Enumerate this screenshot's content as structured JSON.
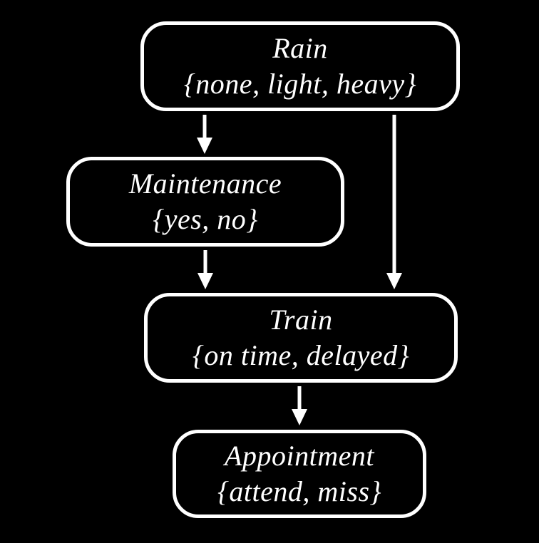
{
  "diagram": {
    "type": "bayesian-network",
    "nodes": [
      {
        "id": "rain",
        "label": "Rain",
        "values": "{none, light, heavy}"
      },
      {
        "id": "maintenance",
        "label": "Maintenance",
        "values": "{yes, no}"
      },
      {
        "id": "train",
        "label": "Train",
        "values": "{on time, delayed}"
      },
      {
        "id": "appointment",
        "label": "Appointment",
        "values": "{attend, miss}"
      }
    ],
    "edges": [
      {
        "from": "rain",
        "to": "maintenance"
      },
      {
        "from": "rain",
        "to": "train"
      },
      {
        "from": "maintenance",
        "to": "train"
      },
      {
        "from": "train",
        "to": "appointment"
      }
    ],
    "colors": {
      "background": "#000000",
      "node_border": "#ffffff",
      "node_fill": "#000000",
      "text": "#ffffff",
      "arrow": "#ffffff"
    }
  }
}
